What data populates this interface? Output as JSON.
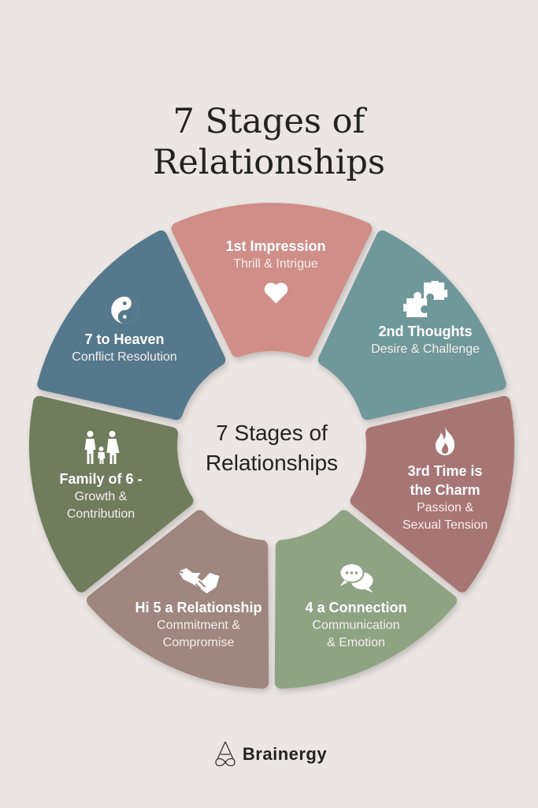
{
  "title": {
    "line1": "7 Stages of",
    "line2": "Relationships"
  },
  "center": {
    "line1": "7 Stages of",
    "line2": "Relationships"
  },
  "stages": [
    {
      "title": "1st Impression",
      "sub": [
        "Thrill & Intrigue"
      ],
      "icon": "heart-icon",
      "color": "#cf8e87"
    },
    {
      "title": "2nd Thoughts",
      "sub": [
        "Desire & Challenge"
      ],
      "icon": "puzzle-icon",
      "color": "#6f9898"
    },
    {
      "title": "3rd Time is",
      "title2": "the Charm",
      "sub": [
        "Passion &",
        "Sexual Tension"
      ],
      "icon": "flame-icon",
      "color": "#a87474"
    },
    {
      "title": "4 a Connection",
      "sub": [
        "Communication",
        "& Emotion"
      ],
      "icon": "chat-icon",
      "color": "#8fa383"
    },
    {
      "title": "Hi 5 a Relationship",
      "sub": [
        "Commitment &",
        "Compromise"
      ],
      "icon": "handshake-icon",
      "color": "#a08680"
    },
    {
      "title": "Family of 6 -",
      "sub": [
        "Growth &",
        "Contribution"
      ],
      "icon": "family-icon",
      "color": "#6f7b5c"
    },
    {
      "title": "7 to Heaven",
      "sub": [
        "Conflict Resolution"
      ],
      "icon": "yin-yang-icon",
      "color": "#55788d"
    }
  ],
  "brand": {
    "name": "Brainergy"
  }
}
